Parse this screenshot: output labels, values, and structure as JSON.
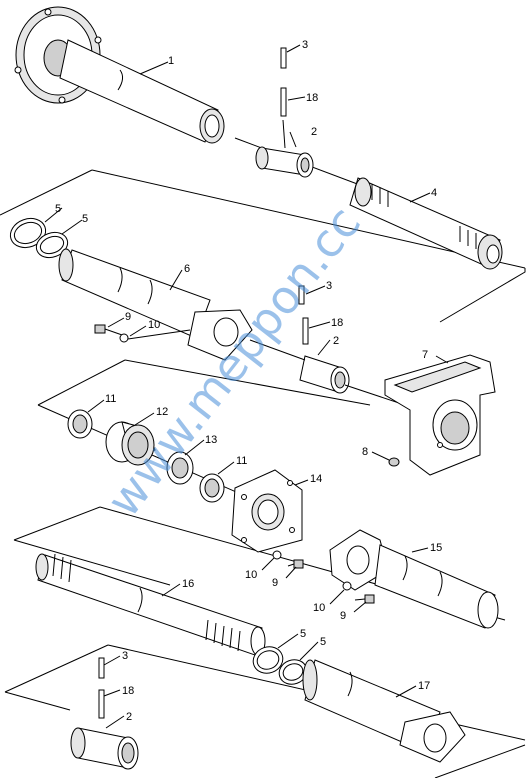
{
  "callouts": {
    "c1": "1",
    "c2a": "2",
    "c3a": "3",
    "c18a": "18",
    "c4": "4",
    "c5a": "5",
    "c5b": "5",
    "c6": "6",
    "c9a": "9",
    "c10a": "10",
    "c3b": "3",
    "c18b": "18",
    "c2b": "2",
    "c7": "7",
    "c8": "8",
    "c11a": "11",
    "c12": "12",
    "c13": "13",
    "c11b": "11",
    "c14": "14",
    "c15": "15",
    "c10b": "10",
    "c9b": "9",
    "c10c": "10",
    "c9c": "9",
    "c16": "16",
    "c5c": "5",
    "c5d": "5",
    "c3c": "3",
    "c18c": "18",
    "c2c": "2",
    "c17": "17"
  },
  "watermark": "www.meppon.cc"
}
